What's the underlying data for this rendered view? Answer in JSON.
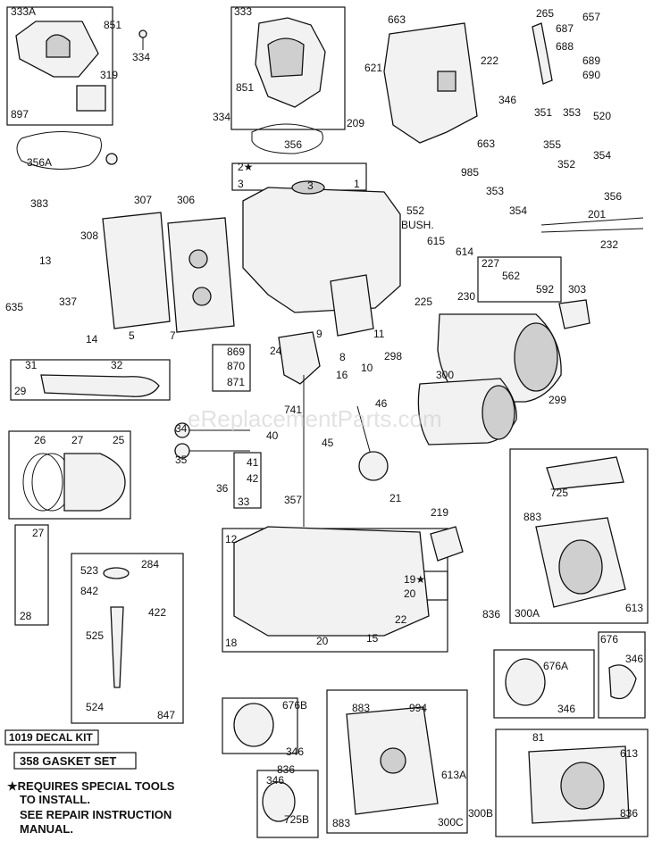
{
  "callouts": [
    "333A",
    "851",
    "334",
    "319",
    "897",
    "356A",
    "333",
    "851",
    "334",
    "356",
    "209",
    "663",
    "621",
    "222",
    "265",
    "657",
    "687",
    "688",
    "689",
    "690",
    "346",
    "351",
    "353",
    "520",
    "355",
    "352",
    "354",
    "663",
    "985",
    "353",
    "354",
    "356",
    "2★",
    "3",
    "3",
    "1",
    "307",
    "306",
    "383",
    "308",
    "13",
    "635",
    "337",
    "14",
    "5",
    "7",
    "869",
    "870",
    "871",
    "24",
    "9",
    "8",
    "11",
    "552",
    "BUSH.",
    "615",
    "614",
    "227",
    "562",
    "592",
    "303",
    "225",
    "230",
    "201",
    "232",
    "16",
    "10",
    "298",
    "31",
    "32",
    "29",
    "46",
    "300",
    "299",
    "741",
    "34",
    "40",
    "45",
    "26",
    "27",
    "25",
    "35",
    "36",
    "41",
    "42",
    "33",
    "357",
    "27",
    "28",
    "523",
    "284",
    "842",
    "422",
    "525",
    "524",
    "847",
    "21",
    "12",
    "219",
    "19★",
    "20",
    "22",
    "18",
    "20",
    "15",
    "725",
    "883",
    "613",
    "836",
    "300A",
    "676",
    "676A",
    "346",
    "346",
    "676B",
    "346",
    "836",
    "883",
    "994",
    "346",
    "725B",
    "613A",
    "300C",
    "883",
    "81",
    "613",
    "836",
    "300B"
  ],
  "kit_label": "1019 DECAL KIT",
  "gasket_label": "358  GASKET SET",
  "footnote": [
    "★REQUIRES SPECIAL TOOLS",
    "TO INSTALL.",
    "SEE REPAIR INSTRUCTION",
    "MANUAL."
  ],
  "watermark": "eReplacementParts.com"
}
